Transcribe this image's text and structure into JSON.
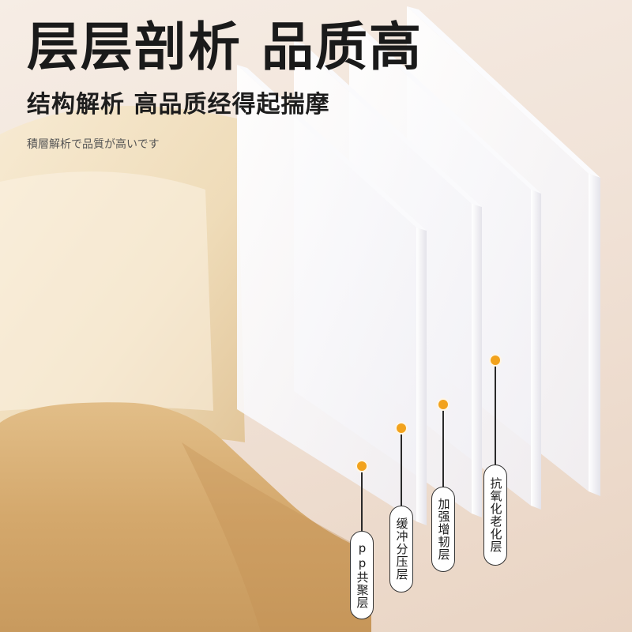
{
  "header": {
    "title": "层层剖析 品质高",
    "subtitle": "结构解析 高品质经得起揣摩",
    "japanese": "積層解析で品質が高いです"
  },
  "layers": [
    {
      "label": "pp共聚层"
    },
    {
      "label": "缓冲分压层"
    },
    {
      "label": "加强增韧层"
    },
    {
      "label": "抗氧化老化层"
    }
  ],
  "colors": {
    "accent_dot": "#f2a21c",
    "text_dark": "#1a1a1a",
    "base_tan": "#d9b27e",
    "cream": "#f4e6c9"
  }
}
